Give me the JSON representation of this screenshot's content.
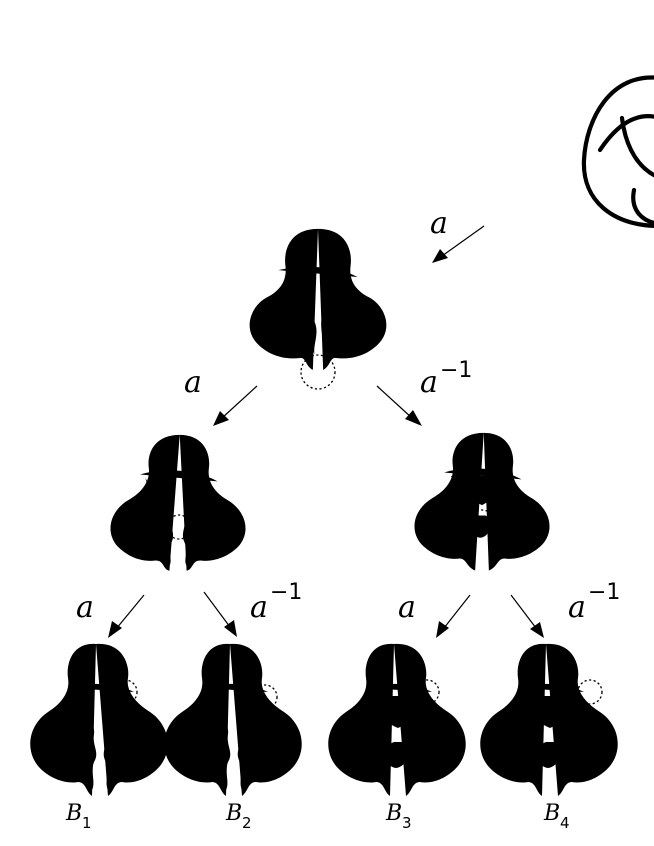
{
  "arrow_labels": {
    "top": "a",
    "level1_left": "a",
    "level1_right": "a",
    "level1_right_exponent": "−1",
    "level2_left_a": "a",
    "level2_left_inv": "a",
    "level2_left_inv_exponent": "−1",
    "level2_right_a": "a",
    "level2_right_inv": "a",
    "level2_right_inv_exponent": "−1"
  },
  "braids": [
    {
      "letter": "B",
      "index": "1"
    },
    {
      "letter": "B",
      "index": "2"
    },
    {
      "letter": "B",
      "index": "3"
    },
    {
      "letter": "B",
      "index": "4"
    }
  ]
}
